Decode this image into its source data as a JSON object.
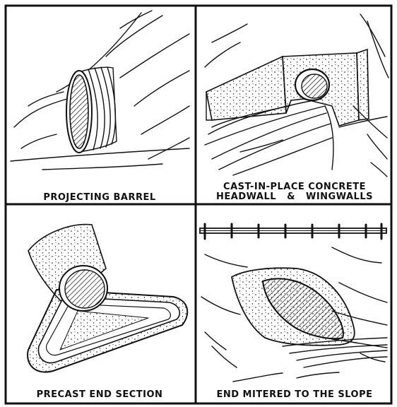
{
  "panels": [
    {
      "caption": "PROJECTING BARREL"
    },
    {
      "caption_line1": "CAST-IN-PLACE CONCRETE",
      "caption_line2": "HEADWALL   &   WINGWALLS"
    },
    {
      "caption": "PRECAST END SECTION"
    },
    {
      "caption": "END MITERED TO THE SLOPE"
    }
  ],
  "colors": {
    "ink": "#111111",
    "paper": "#ffffff"
  }
}
